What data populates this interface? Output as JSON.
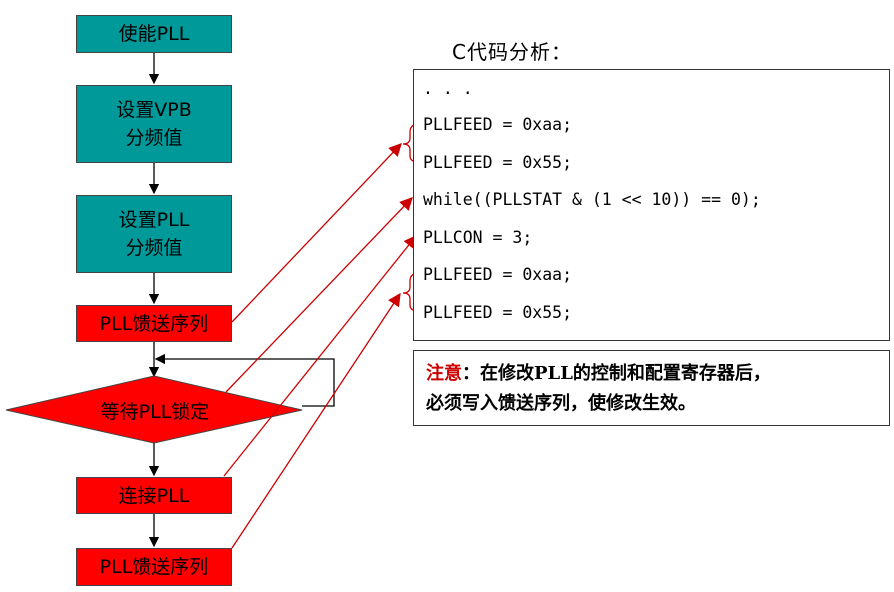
{
  "flowchart": {
    "steps": [
      {
        "id": "enable",
        "text": "使能PLL"
      },
      {
        "id": "vpb",
        "line1": "设置VPB",
        "line2": "分频值"
      },
      {
        "id": "pll-div",
        "line1": "设置PLL",
        "line2": "分频值"
      },
      {
        "id": "feed1",
        "text": "PLL馈送序列"
      },
      {
        "id": "wait",
        "text": "等待PLL锁定"
      },
      {
        "id": "connect",
        "text": "连接PLL"
      },
      {
        "id": "feed2",
        "text": "PLL馈送序列"
      }
    ]
  },
  "code": {
    "title": "C代码分析：",
    "lines": [
      ". . .",
      "PLLFEED = 0xaa;",
      "PLLFEED = 0x55;",
      "while((PLLSTAT & (1 << 10)) == 0);",
      "PLLCON = 3;",
      "PLLFEED = 0xaa;",
      "PLLFEED = 0x55;"
    ]
  },
  "note": {
    "label": "注意",
    "colon": "：",
    "line1": "在修改PLL的控制和配置寄存器后，",
    "line2": "必须写入馈送序列，使修改生效。"
  },
  "colors": {
    "teal": "#009999",
    "red": "#ff0000",
    "arrow": "#cc0000",
    "note_label": "#cc0000"
  }
}
